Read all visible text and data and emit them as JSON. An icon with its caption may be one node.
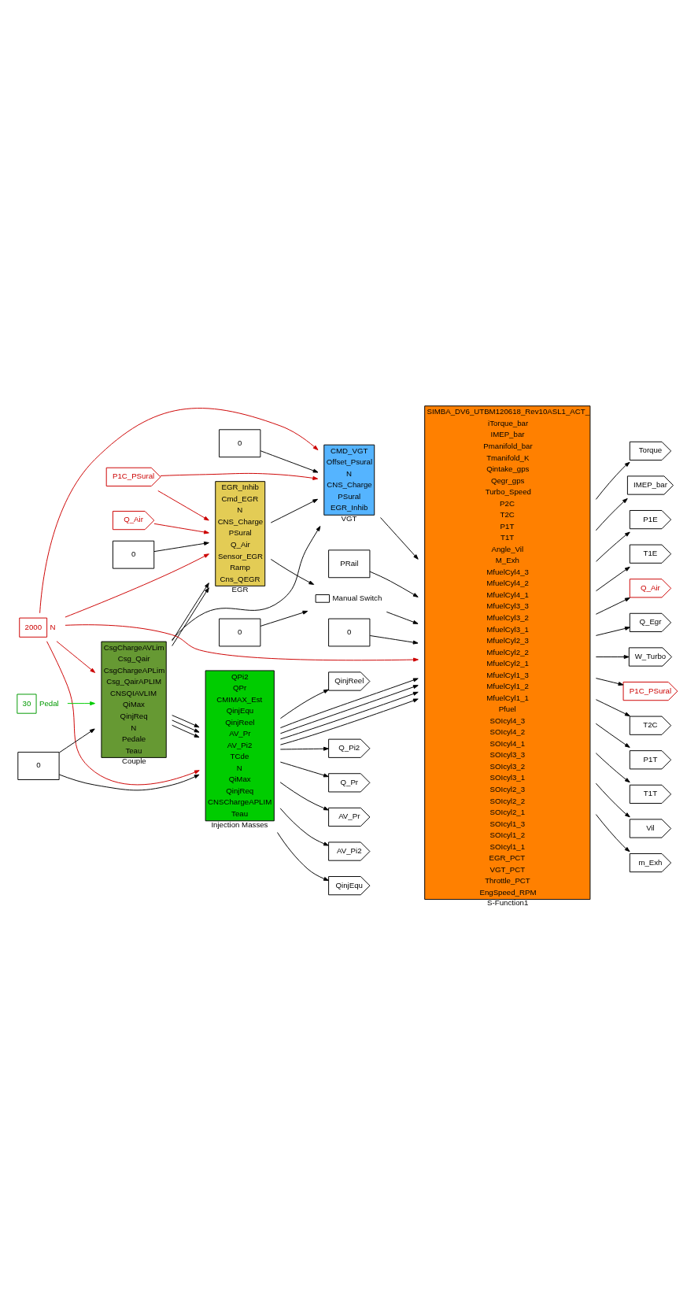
{
  "diagram": {
    "nodes": [
      {
        "text": [
          "SIMBA_DV6_UTBM120618_Rev10ASL1_ACT_",
          "iTorque_bar",
          "IMEP_bar",
          "Pmanifold_bar",
          "Tmanifold_K",
          "Qintake_gps",
          "Qegr_gps",
          "Turbo_Speed",
          "P2C",
          "T2C",
          "P1T",
          "T1T",
          "Angle_Vil",
          "M_Exh",
          "MfuelCyl4_3",
          "MfuelCyl4_2",
          "MfuelCyl4_1",
          "MfuelCyl3_3",
          "MfuelCyl3_2",
          "MfuelCyl3_1",
          "MfuelCyl2_3",
          "MfuelCyl2_2",
          "MfuelCyl2_1",
          "MfuelCyl1_3",
          "MfuelCyl1_2",
          "MfuelCyl1_1",
          "Pfuel",
          "SOIcyl4_3",
          "SOIcyl4_2",
          "SOIcyl4_1",
          "SOIcyl3_3",
          "SOIcyl3_2",
          "SOIcyl3_1",
          "SOIcyl2_3",
          "SOIcyl2_2",
          "SOIcyl2_1",
          "SOIcyl1_3",
          "SOIcyl1_2",
          "SOIcyl1_1",
          "EGR_PCT",
          "VGT_PCT",
          "Throttle_PCT",
          "EngSpeed_RPM"
        ],
        "beside": [
          "S-Function1"
        ]
      },
      {
        "text": [
          "Torque"
        ]
      },
      {
        "text": [
          "IMEP_bar"
        ]
      },
      {
        "text": [
          "P1E"
        ]
      },
      {
        "text": [
          "T1E"
        ]
      },
      {
        "text": [
          "Q_Air"
        ]
      },
      {
        "text": [
          "Q_Egr"
        ]
      },
      {
        "text": [
          "W_Turbo"
        ]
      },
      {
        "text": [
          "P1C_PSural"
        ]
      },
      {
        "text": [
          "T2C"
        ]
      },
      {
        "text": [
          "P1T"
        ]
      },
      {
        "text": [
          "T1T"
        ]
      },
      {
        "text": [
          "Vil"
        ]
      },
      {
        "text": [
          "m_Exh"
        ]
      },
      {
        "text": [
          "CMD_VGT",
          "Offset_Psural",
          "N",
          "CNS_Charge",
          "PSural",
          "EGR_Inhib"
        ],
        "beside": [
          "VGT"
        ]
      },
      {
        "text": [
          "PRail"
        ]
      },
      {
        "text": [],
        "shape": "switch",
        "beside": [
          "Manual Switch"
        ]
      },
      {
        "text": [
          "0"
        ]
      },
      {
        "text": [
          "Q_Pi2"
        ]
      },
      {
        "text": [
          "Q_Pr"
        ]
      },
      {
        "text": [
          "AV_Pr"
        ]
      },
      {
        "text": [
          "AV_Pi2"
        ]
      },
      {
        "text": [
          "QinjEqu"
        ]
      },
      {
        "text": [
          "QinjReel"
        ]
      },
      {
        "text": [
          "0"
        ]
      },
      {
        "text": [
          "EGR_Inhib",
          "Cmd_EGR",
          "N",
          "CNS_Charge",
          "PSural",
          "Q_Air",
          "Sensor_EGR",
          "Ramp",
          "Cns_QEGR"
        ],
        "beside": [
          "EGR"
        ]
      },
      {
        "text": [
          "QPi2",
          "QPr",
          "CMIMAX_Est",
          "QinjEqu",
          "QinjReel",
          "AV_Pr",
          "AV_Pi2",
          "TCde",
          "N",
          "QiMax",
          "QinjReq",
          "CNSChargeAPLIM",
          "Teau"
        ],
        "beside": [
          "Injection Masses"
        ]
      },
      {
        "text": [
          "P1C_PSural"
        ]
      },
      {
        "text": [
          "Q_Air"
        ]
      },
      {
        "text": [
          "0"
        ]
      },
      {
        "text": [
          "CsgChargeAVLim",
          "Csg_Qair",
          "CsgChargeAPLim",
          "Csg_QairAPLIM",
          "CNSQIAVLIM",
          "QiMax",
          "QinjReq",
          "N",
          "Pedale",
          "Teau"
        ],
        "beside": [
          "Couple"
        ]
      },
      {
        "text": [
          "0"
        ]
      },
      {
        "text": [
          "2000"
        ],
        "beside": [
          "N"
        ]
      },
      {
        "text": [
          "30"
        ],
        "beside": [
          "Pedal"
        ]
      },
      {
        "text": [
          "0"
        ]
      }
    ],
    "edges": [
      {
        "from": 0,
        "to": 1,
        "arrow": "to"
      },
      {
        "from": 0,
        "to": 2,
        "arrow": "to"
      },
      {
        "from": 0,
        "to": 3,
        "arrow": "to"
      },
      {
        "from": 0,
        "to": 4,
        "arrow": "to"
      },
      {
        "from": 0,
        "to": 5,
        "arrow": "to"
      },
      {
        "from": 0,
        "to": 6,
        "arrow": "to"
      },
      {
        "from": 0,
        "to": 7,
        "arrow": "to"
      },
      {
        "from": 0,
        "to": 8,
        "arrow": "to"
      },
      {
        "from": 0,
        "to": 9,
        "arrow": "to"
      },
      {
        "from": 0,
        "to": 10,
        "arrow": "to"
      },
      {
        "from": 0,
        "to": 11,
        "arrow": "to"
      },
      {
        "from": 0,
        "to": 12,
        "arrow": "to"
      },
      {
        "from": 0,
        "to": 13,
        "arrow": "to"
      },
      {
        "from": 26,
        "to": 18,
        "arrow": "to"
      },
      {
        "from": 26,
        "to": 0,
        "arrow": "to"
      },
      {
        "from": 26,
        "to": 19,
        "arrow": "to"
      },
      {
        "from": 26,
        "to": 0,
        "arrow": "to"
      },
      {
        "from": 26,
        "to": 22,
        "arrow": "to"
      },
      {
        "from": 26,
        "to": 23,
        "arrow": "to"
      },
      {
        "from": 26,
        "to": 20,
        "arrow": "to"
      },
      {
        "from": 26,
        "to": 0,
        "arrow": "to"
      },
      {
        "from": 26,
        "to": 21,
        "arrow": "to"
      },
      {
        "from": 26,
        "to": 0,
        "arrow": "to"
      },
      {
        "from": 24,
        "to": 0,
        "arrow": "to"
      },
      {
        "from": 15,
        "to": 0,
        "arrow": "to"
      },
      {
        "from": 14,
        "to": 0,
        "arrow": "to"
      },
      {
        "from": 16,
        "to": 0,
        "arrow": "to"
      },
      {
        "from": 17,
        "to": 16,
        "arrow": "to"
      },
      {
        "from": 25,
        "to": 16,
        "arrow": "to"
      },
      {
        "from": 25,
        "to": 14,
        "arrow": "to"
      },
      {
        "from": 32,
        "to": 0,
        "arrow": "to",
        "color": "#cc0000"
      },
      {
        "from": 32,
        "to": 14,
        "arrow": "to",
        "color": "#cc0000"
      },
      {
        "from": 32,
        "to": 25,
        "arrow": "to",
        "color": "#cc0000"
      },
      {
        "from": 32,
        "to": 26,
        "arrow": "to",
        "color": "#cc0000"
      },
      {
        "from": 32,
        "to": 30,
        "arrow": "to",
        "color": "#cc0000"
      },
      {
        "from": 27,
        "to": 25,
        "arrow": "to",
        "color": "#cc0000"
      },
      {
        "from": 27,
        "to": 14,
        "arrow": "to",
        "color": "#cc0000"
      },
      {
        "from": 28,
        "to": 25,
        "arrow": "to",
        "color": "#cc0000"
      },
      {
        "from": 29,
        "to": 25,
        "arrow": "to"
      },
      {
        "from": 30,
        "to": 14,
        "arrow": "to"
      },
      {
        "from": 30,
        "to": 25,
        "arrow": "to"
      },
      {
        "from": 30,
        "to": 25,
        "arrow": "to"
      },
      {
        "from": 30,
        "to": 26,
        "arrow": "to"
      },
      {
        "from": 30,
        "to": 26,
        "arrow": "to"
      },
      {
        "from": 30,
        "to": 26,
        "arrow": "to"
      },
      {
        "from": 33,
        "to": 30,
        "arrow": "to",
        "color": "#00cc00"
      },
      {
        "from": 34,
        "to": 30,
        "arrow": "to"
      },
      {
        "from": 34,
        "to": 26,
        "arrow": "to"
      },
      {
        "from": 31,
        "to": 14,
        "arrow": "to"
      }
    ]
  }
}
